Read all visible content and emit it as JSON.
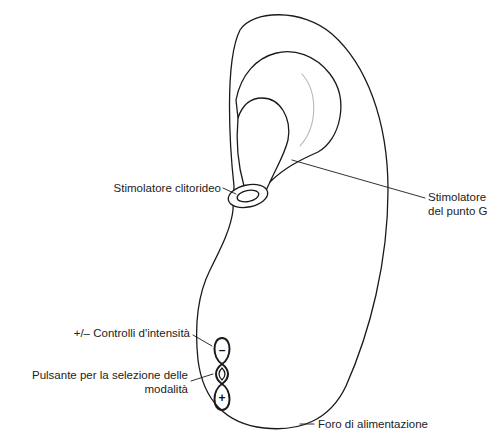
{
  "diagram": {
    "labels": [
      "Stimolatore clitorideo",
      "Stimolatore del punto G",
      "+/– Controlli d'intensità",
      "Pulsante per la selezione delle modalità",
      "–",
      "+",
      "Foro di alimentazione"
    ]
  }
}
